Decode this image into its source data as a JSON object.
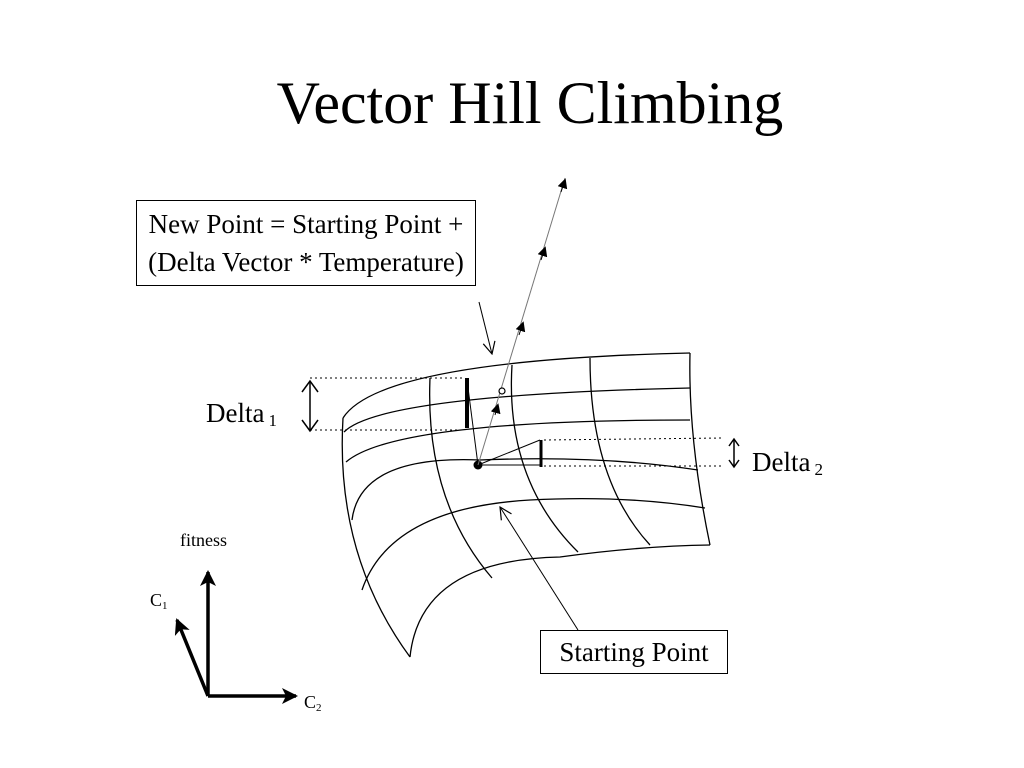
{
  "slide": {
    "title": "Vector Hill Climbing",
    "equation": {
      "line1": "New Point = Starting Point +",
      "line2": "(Delta Vector * Temperature)"
    },
    "starting_point_label": "Starting Point",
    "delta1": {
      "text": "Delta",
      "sub": "1"
    },
    "delta2": {
      "text": "Delta",
      "sub": "2"
    },
    "axes": {
      "fitness": "fitness",
      "c1": {
        "text": "C",
        "sub": "1"
      },
      "c2": {
        "text": "C",
        "sub": "2"
      }
    }
  }
}
